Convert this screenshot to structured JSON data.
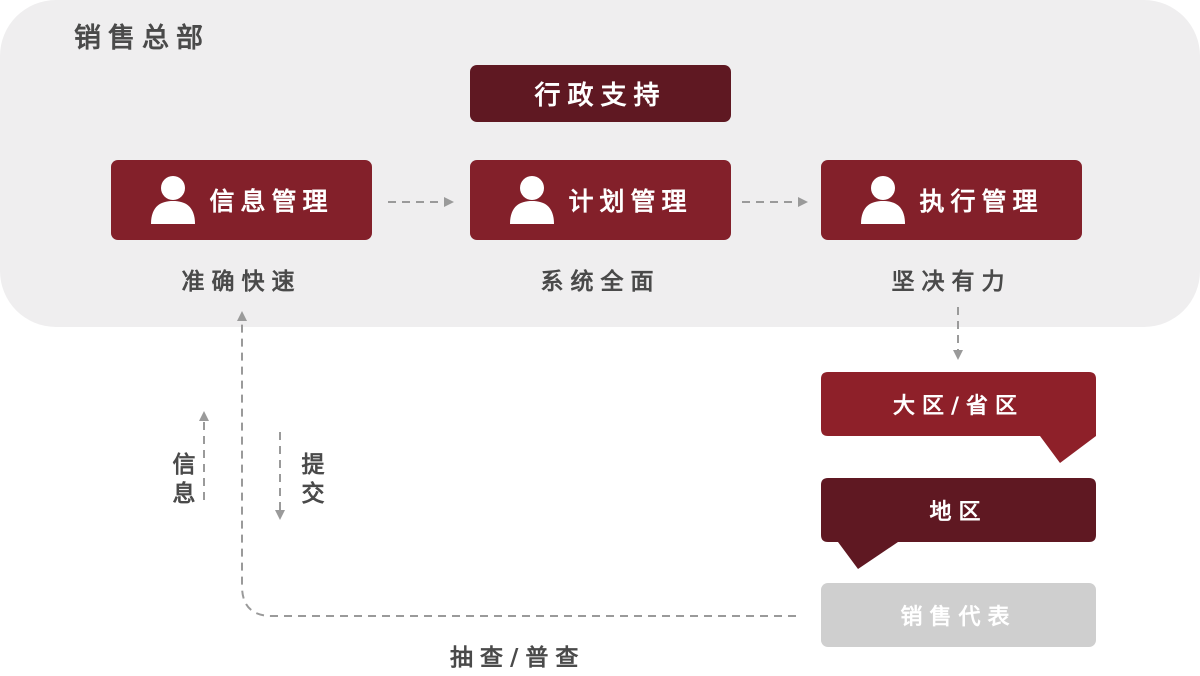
{
  "hq": {
    "title": "销售总部"
  },
  "admin": {
    "label": "行政支持"
  },
  "management": [
    {
      "label": "信息管理",
      "caption": "准确快速"
    },
    {
      "label": "计划管理",
      "caption": "系统全面"
    },
    {
      "label": "执行管理",
      "caption": "坚决有力"
    }
  ],
  "hierarchy": {
    "region": "大区/省区",
    "district": "地区",
    "rep": "销售代表"
  },
  "flows": {
    "info": "信息",
    "submit": "提交",
    "check": "抽查/普查"
  },
  "colors": {
    "panel": "#efeeef",
    "dark_red": "#5f1822",
    "mid_red": "#83202a",
    "bright_red": "#8e2029",
    "gray_box": "#cfcfcf",
    "arrow": "#9a9a9a"
  },
  "icons": [
    "person-icon",
    "arrow-right-icon",
    "arrow-down-icon",
    "arrow-up-icon"
  ]
}
